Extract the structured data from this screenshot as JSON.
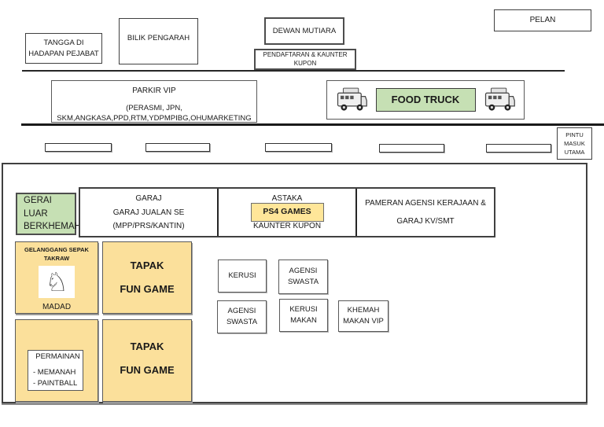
{
  "title_box": {
    "label": "PELAN"
  },
  "top": {
    "tangga": {
      "lines": [
        "TANGGA DI",
        "HADAPAN PEJABAT"
      ]
    },
    "bilik": {
      "label": "BILIK PENGARAH"
    },
    "dewan": {
      "label": "DEWAN MUTIARA"
    },
    "pendaftaran": {
      "lines": [
        "PENDAFTARAN & KAUNTER",
        "KUPON"
      ]
    },
    "parkir": {
      "lines": [
        "PARKIR VIP",
        "(PERASMI, JPN,",
        "SKM,ANGKASA,PPD,RTM,YDPMPIBG,OHUMARKETING"
      ]
    },
    "food_truck": {
      "label": "FOOD TRUCK"
    },
    "pintu": {
      "lines": [
        "PINTU",
        "MASUK",
        "UTAMA"
      ]
    }
  },
  "main": {
    "gerai_luar": {
      "lines": [
        "GERAI LUAR",
        "BERKHEMAH"
      ]
    },
    "garaj": {
      "lines": [
        "GARAJ",
        "GARAJ JUALAN SE",
        "(MPP/PRS/KANTIN)"
      ]
    },
    "astaka": {
      "title": "ASTAKA",
      "ps4": "PS4 GAMES",
      "kaunter": "KAUNTER KUPON"
    },
    "pameran": {
      "lines": [
        "PAMERAN AGENSI KERAJAAN &",
        "GARAJ KV/SMT"
      ]
    },
    "gelanggang": {
      "lines": [
        "GELANGGANG SEPAK",
        "TAKRAW"
      ],
      "icon": "horse-icon",
      "footer": "MADAD"
    },
    "tapak1": {
      "lines": [
        "TAPAK",
        "FUN GAME"
      ]
    },
    "tapak2": {
      "lines": [
        "TAPAK",
        "FUN GAME"
      ]
    },
    "permainan": {
      "title": "PERMAINAN",
      "items": [
        "- MEMANAH",
        "- PAINTBALL"
      ]
    },
    "seats": [
      {
        "lines": [
          "KERUSI"
        ]
      },
      {
        "lines": [
          "AGENSI",
          "SWASTA"
        ]
      },
      {
        "lines": [
          "AGENSI",
          "SWASTA"
        ]
      },
      {
        "lines": [
          "KERUSI",
          "MAKAN"
        ]
      },
      {
        "lines": [
          "KHEMAH",
          "MAKAN VIP"
        ]
      }
    ]
  },
  "colors": {
    "green": "#c6e0b4",
    "yellow": "#fbe09b",
    "ps4_yellow": "#ffe699"
  }
}
